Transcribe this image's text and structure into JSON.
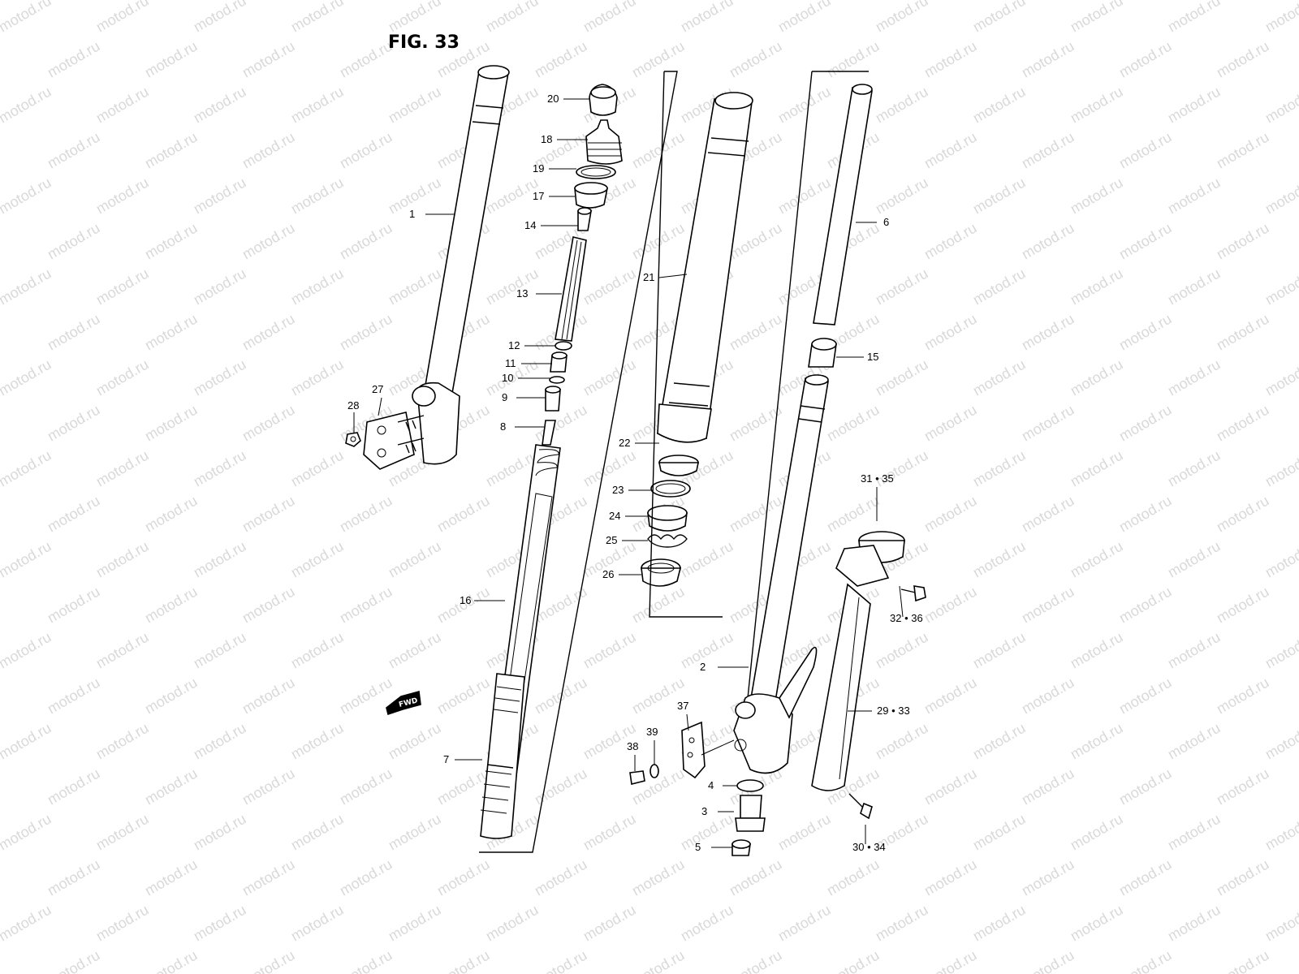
{
  "figure": {
    "title": "FIG. 33"
  },
  "watermark": {
    "text": "motod.ru",
    "color": "#d9d9d9"
  },
  "fwd_badge": "FWD",
  "callouts": [
    {
      "id": "c1",
      "label": "1"
    },
    {
      "id": "c2",
      "label": "2"
    },
    {
      "id": "c3",
      "label": "3"
    },
    {
      "id": "c4",
      "label": "4"
    },
    {
      "id": "c5",
      "label": "5"
    },
    {
      "id": "c6",
      "label": "6"
    },
    {
      "id": "c7",
      "label": "7"
    },
    {
      "id": "c8",
      "label": "8"
    },
    {
      "id": "c9",
      "label": "9"
    },
    {
      "id": "c10",
      "label": "10"
    },
    {
      "id": "c11",
      "label": "11"
    },
    {
      "id": "c12",
      "label": "12"
    },
    {
      "id": "c13",
      "label": "13"
    },
    {
      "id": "c14",
      "label": "14"
    },
    {
      "id": "c15",
      "label": "15"
    },
    {
      "id": "c16",
      "label": "16"
    },
    {
      "id": "c17",
      "label": "17"
    },
    {
      "id": "c18",
      "label": "18"
    },
    {
      "id": "c19",
      "label": "19"
    },
    {
      "id": "c20",
      "label": "20"
    },
    {
      "id": "c21",
      "label": "21"
    },
    {
      "id": "c22",
      "label": "22"
    },
    {
      "id": "c23",
      "label": "23"
    },
    {
      "id": "c24",
      "label": "24"
    },
    {
      "id": "c25",
      "label": "25"
    },
    {
      "id": "c26",
      "label": "26"
    },
    {
      "id": "c27",
      "label": "27"
    },
    {
      "id": "c28",
      "label": "28"
    },
    {
      "id": "c29",
      "label": "29 • 33"
    },
    {
      "id": "c30",
      "label": "30 • 34"
    },
    {
      "id": "c31",
      "label": "31 • 35"
    },
    {
      "id": "c32",
      "label": "32 • 36"
    },
    {
      "id": "c37",
      "label": "37"
    },
    {
      "id": "c38",
      "label": "38"
    },
    {
      "id": "c39",
      "label": "39"
    }
  ]
}
